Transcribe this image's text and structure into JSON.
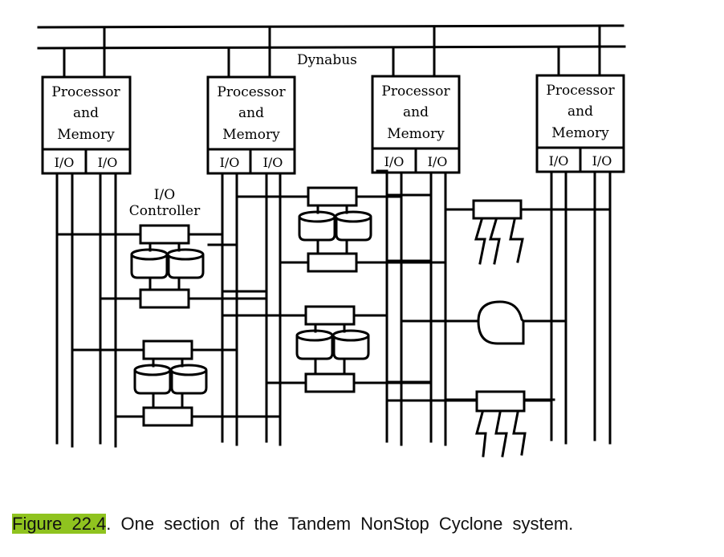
{
  "diagram": {
    "bus_label": "Dynabus",
    "processors": [
      {
        "line1": "Processor",
        "line2": "and",
        "line3": "Memory",
        "io_left": "I/O",
        "io_right": "I/O"
      },
      {
        "line1": "Processor",
        "line2": "and",
        "line3": "Memory",
        "io_left": "I/O",
        "io_right": "I/O"
      },
      {
        "line1": "Processor",
        "line2": "and",
        "line3": "Memory",
        "io_left": "I/O",
        "io_right": "I/O"
      },
      {
        "line1": "Processor",
        "line2": "and",
        "line3": "Memory",
        "io_left": "I/O",
        "io_right": "I/O"
      }
    ],
    "controller_label_line1": "I/O",
    "controller_label_line2": "Controller",
    "disk_subsystems": 4,
    "communication_links": 2,
    "terminal_devices": 1
  },
  "caption": {
    "figure_ref": "Figure 22.4",
    "text": ". One section of the Tandem NonStop Cyclone system.",
    "highlight_color": "#8fc31f"
  }
}
